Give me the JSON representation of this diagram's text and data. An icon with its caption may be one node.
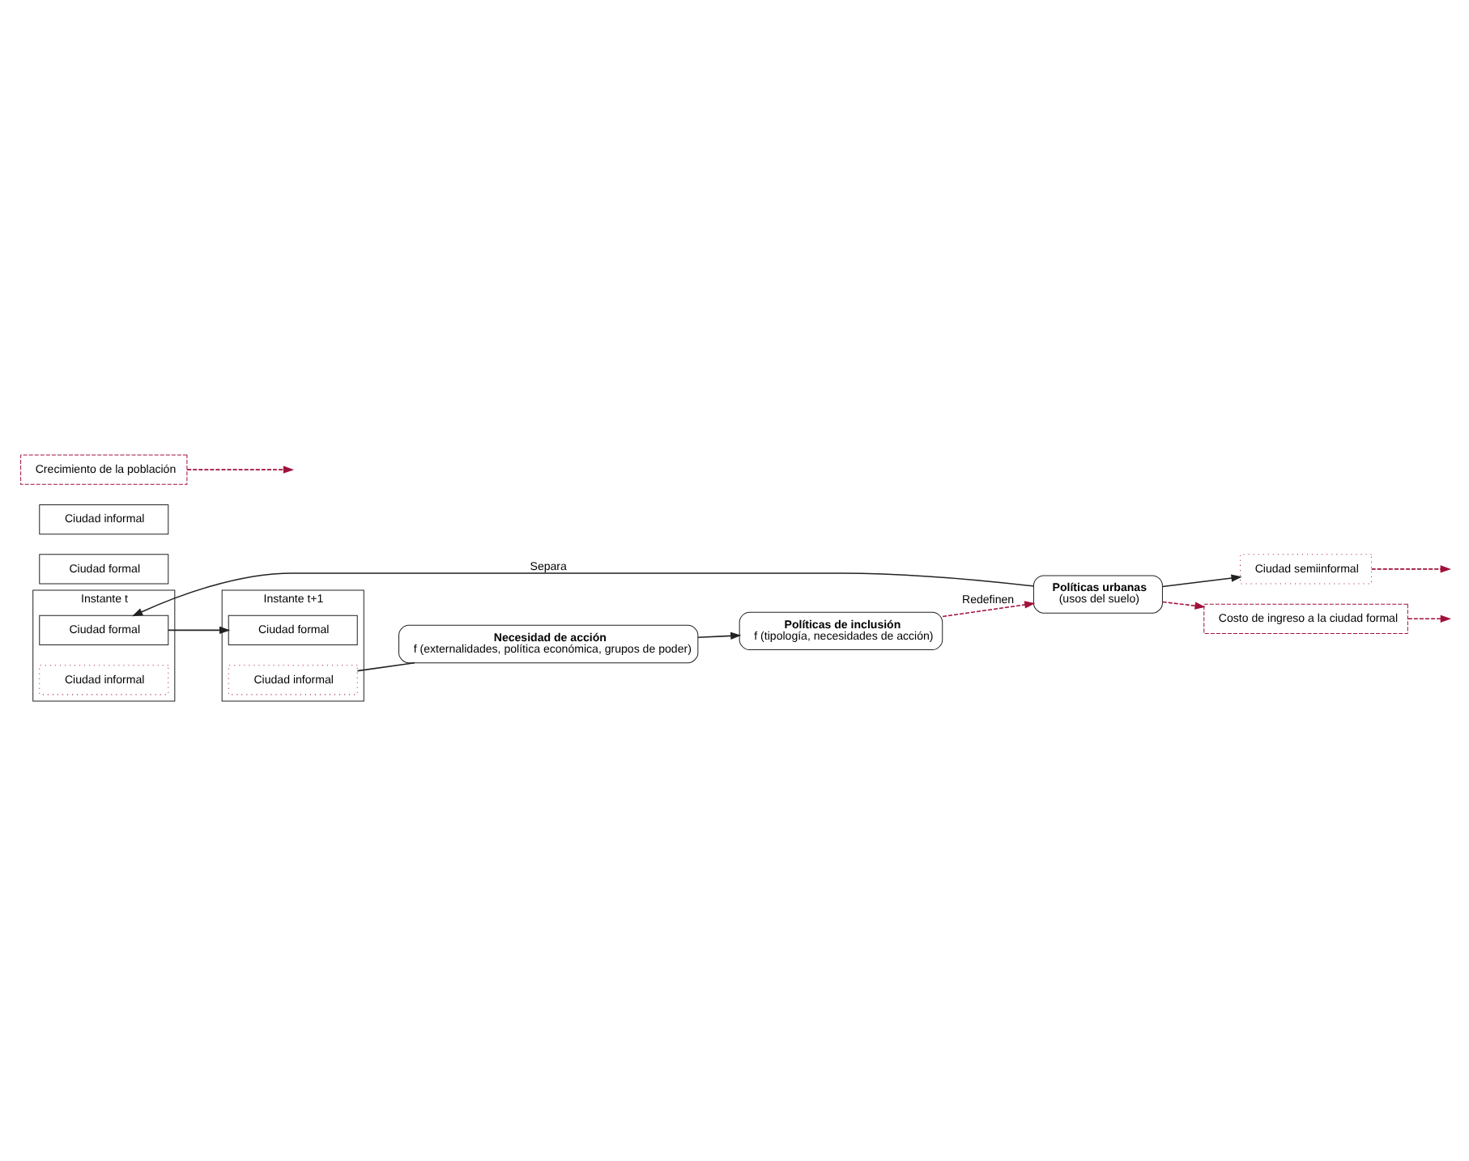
{
  "diagram": {
    "nodes": [
      {
        "text": [
          "Políticas urbanas",
          "(usos del suelo)"
        ]
      },
      {
        "text": [
          "Ciudad formal"
        ]
      },
      {
        "text": [
          "Ciudad semiinformal"
        ]
      },
      {
        "text": [
          "Ciudad informal"
        ]
      },
      {
        "text": [
          "Instante t"
        ]
      },
      {
        "text": [
          "Ciudad formal"
        ],
        "in": 4
      },
      {
        "text": [
          "Ciudad informal"
        ],
        "in": 4
      },
      {
        "text": [
          "Instante t+1"
        ]
      },
      {
        "text": [
          "Ciudad formal"
        ],
        "in": 7
      },
      {
        "text": [
          "Ciudad informal"
        ],
        "in": 7
      },
      {
        "text": [
          "Costo de ingreso a la ciudad formal"
        ]
      },
      {
        "text": [
          "Crecimiento de la población"
        ]
      },
      {
        "text": [
          "Necesidad de acción",
          "f (externalidades, política económica, grupos de poder)"
        ]
      },
      {
        "text": [
          "Políticas de inclusión",
          "f (tipología, necesidades de acción)"
        ]
      }
    ],
    "edges": [
      {
        "from": 0,
        "to": 2,
        "arrow": "to"
      },
      {
        "from": 2,
        "to": null,
        "arrow": "to",
        "style": "dashed",
        "color": "#a0123b"
      },
      {
        "from": 0,
        "to": 5,
        "arrow": "to",
        "label": "Separa"
      },
      {
        "from": 5,
        "to": 8,
        "arrow": "to"
      },
      {
        "from": 0,
        "to": 10,
        "arrow": "to",
        "style": "dashed",
        "color": "#a0123b"
      },
      {
        "from": 10,
        "to": null,
        "arrow": "to",
        "style": "dashed",
        "color": "#a0123b"
      },
      {
        "from": 11,
        "to": null,
        "arrow": "to",
        "style": "dashed",
        "color": "#a0123b"
      },
      {
        "from": 9,
        "to": 12,
        "arrow": "none"
      },
      {
        "from": 12,
        "to": 13,
        "arrow": "to"
      },
      {
        "from": 13,
        "to": 0,
        "arrow": "to",
        "label": "Redefinen",
        "style": "dashed",
        "color": "#a0123b"
      }
    ]
  }
}
